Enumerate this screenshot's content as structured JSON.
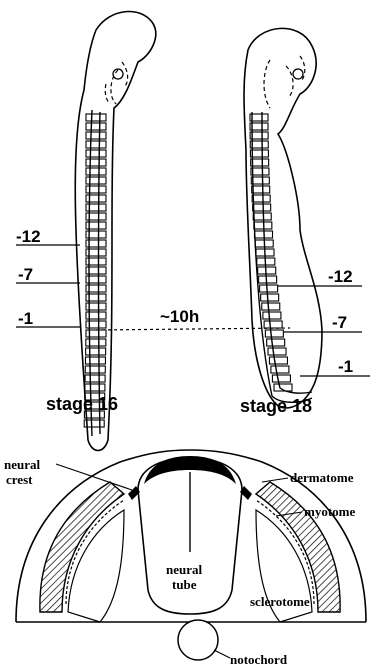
{
  "embryos": {
    "left": {
      "caption": "stage 16",
      "somite_labels": [
        "-12",
        "-7",
        "-1"
      ]
    },
    "right": {
      "caption": "stage 18",
      "somite_labels": [
        "-12",
        "-7",
        "-1"
      ]
    },
    "interval_label": "~10h"
  },
  "cross_section": {
    "labels": {
      "neural_crest": "neural crest",
      "neural_crest_line1": "neural",
      "neural_crest_line2": "crest",
      "dermatome": "dermatome",
      "myotome": "myotome",
      "neural_tube_line1": "neural",
      "neural_tube_line2": "tube",
      "sclerotome": "sclerotome",
      "notochord": "notochord"
    }
  }
}
